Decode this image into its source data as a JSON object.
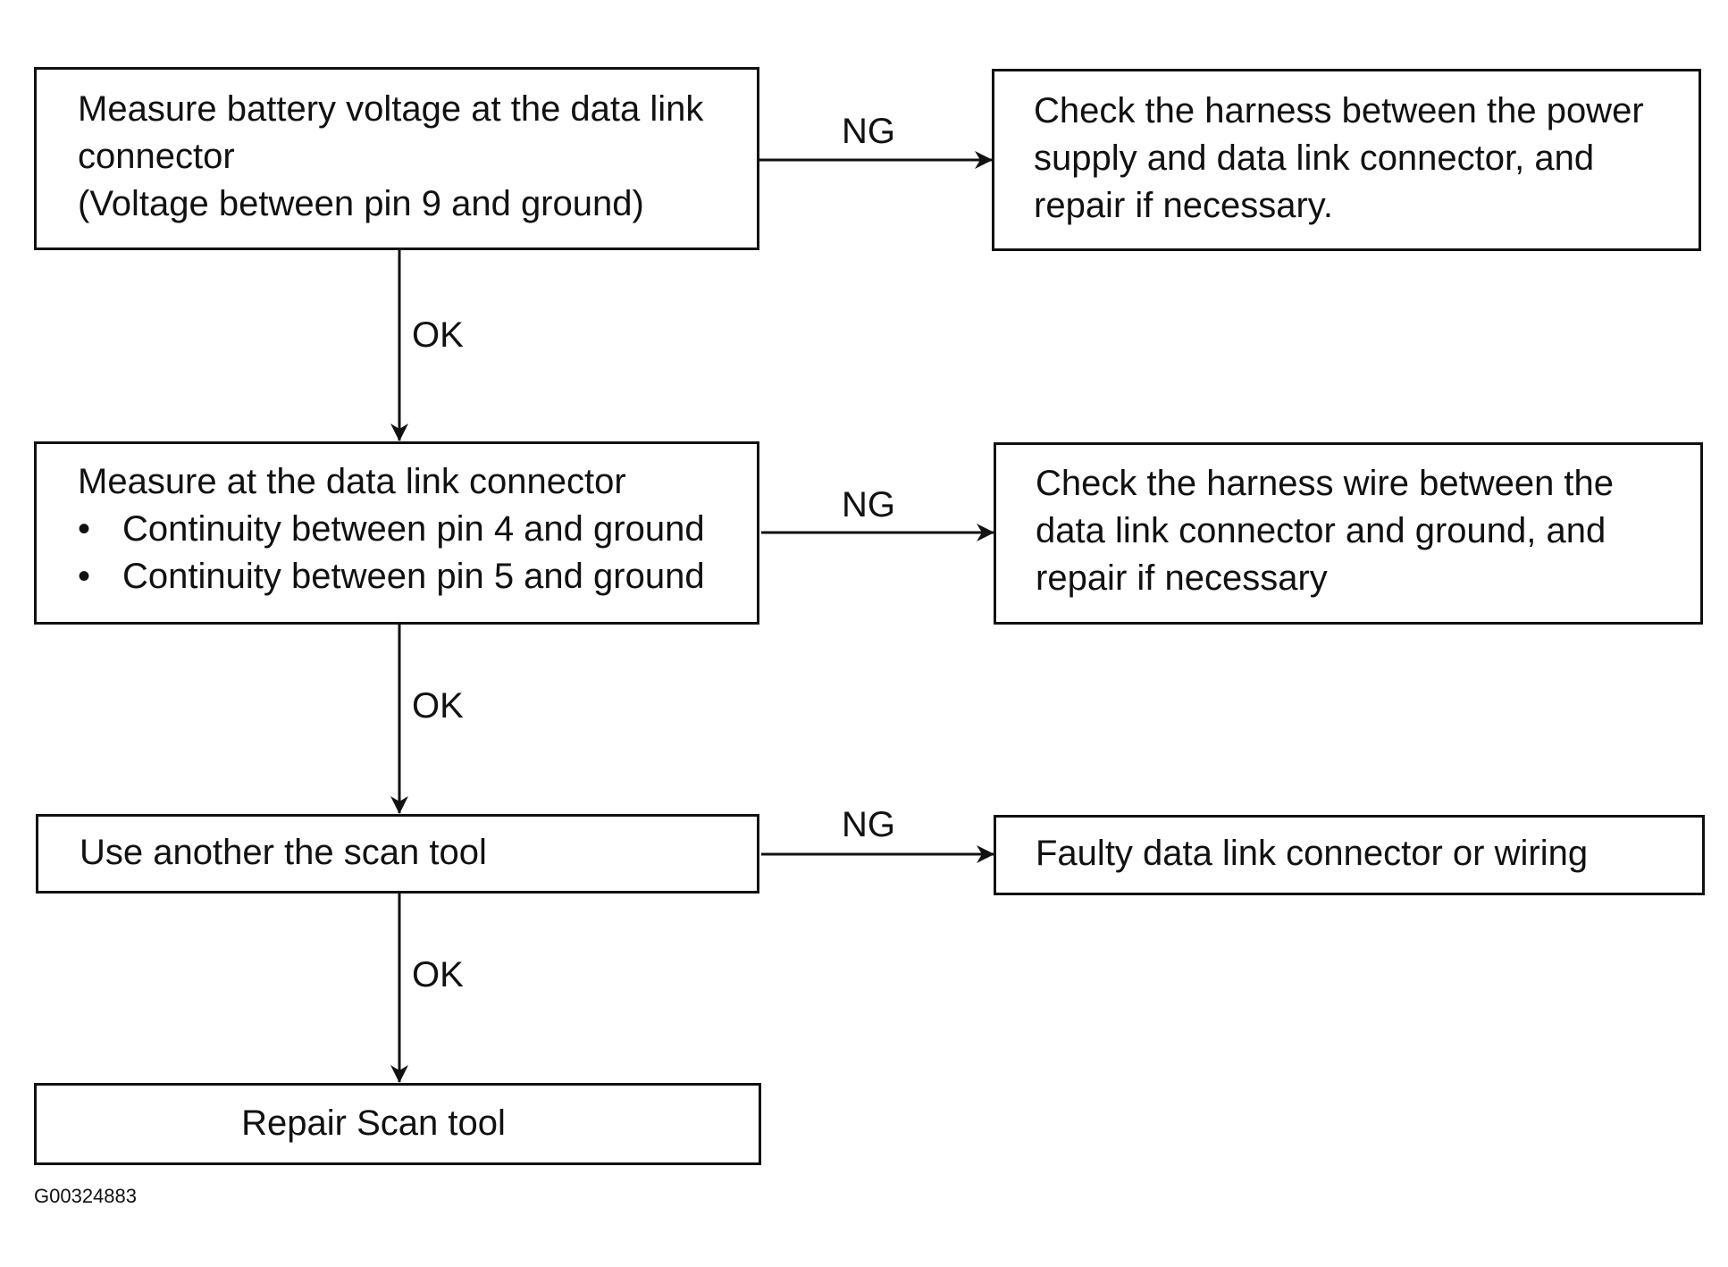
{
  "flowchart": {
    "steps": [
      {
        "lines": [
          "Measure battery voltage at the data link",
          "connector",
          "(Voltage between pin 9 and ground)"
        ]
      },
      {
        "title": "Measure at the data link connector",
        "bullets": [
          "Continuity between pin 4 and ground",
          "Continuity between pin 5 and ground"
        ]
      },
      {
        "text": "Use another the scan tool"
      },
      {
        "text": "Repair Scan tool"
      }
    ],
    "results": [
      {
        "lines": [
          "Check the harness between the power",
          "supply and data link connector, and",
          "repair if necessary."
        ]
      },
      {
        "lines": [
          "Check the harness wire between the",
          "data link connector and ground, and",
          "repair if necessary"
        ]
      },
      {
        "text": "Faulty data link connector or wiring"
      }
    ],
    "ng_label": "NG",
    "ok_label": "OK",
    "bullet_glyph": "•",
    "figure_code": "G00324883"
  }
}
